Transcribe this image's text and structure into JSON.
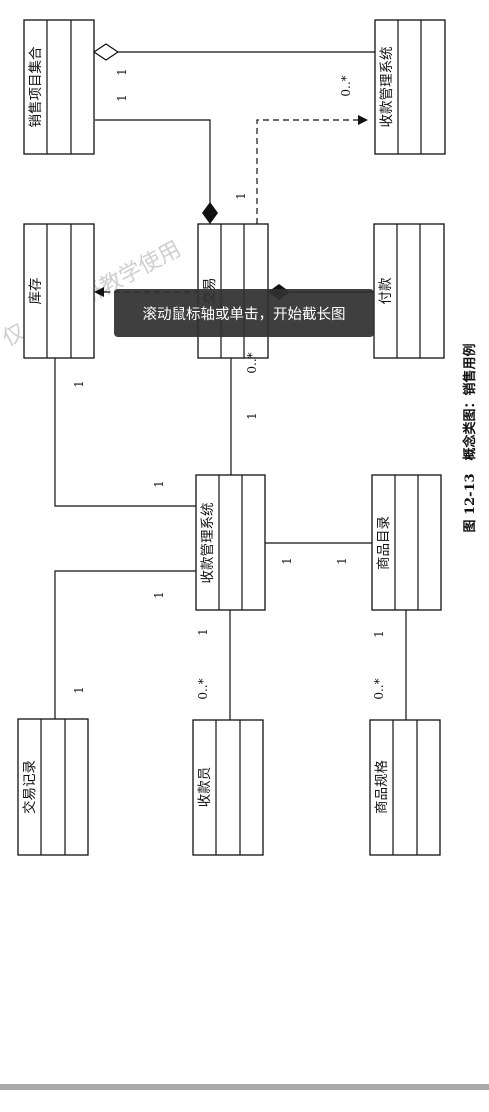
{
  "classes": {
    "sales_item_set": "销售项目集合",
    "pos_system_top": "收款管理系统",
    "inventory": "库存",
    "transaction": "交易",
    "payment": "付款",
    "pos_system": "收款管理系统",
    "product_catalog": "商品目录",
    "transaction_log": "交易记录",
    "cashier": "收款员",
    "product_spec": "商品规格"
  },
  "multiplicities": {
    "agg_one_a": "1",
    "agg_one_b": "1",
    "agg_many": "0..*",
    "trans_to_pos_top": "1",
    "trans_to_system_many": "0..*",
    "trans_to_system_one": "1",
    "inventory_one": "1",
    "inventory_system_one": "1",
    "system_catalog_a": "1",
    "system_catalog_b": "1",
    "system_log_a": "1",
    "system_log_b": "1",
    "cashier_many": "0..*",
    "cashier_one": "1",
    "spec_many": "0..*",
    "spec_one": "1"
  },
  "caption": "图 12-13　概念类图：销售用例",
  "watermark": "仅个人科研教学使用",
  "toast": "滚动鼠标轴或单击，开始截长图"
}
